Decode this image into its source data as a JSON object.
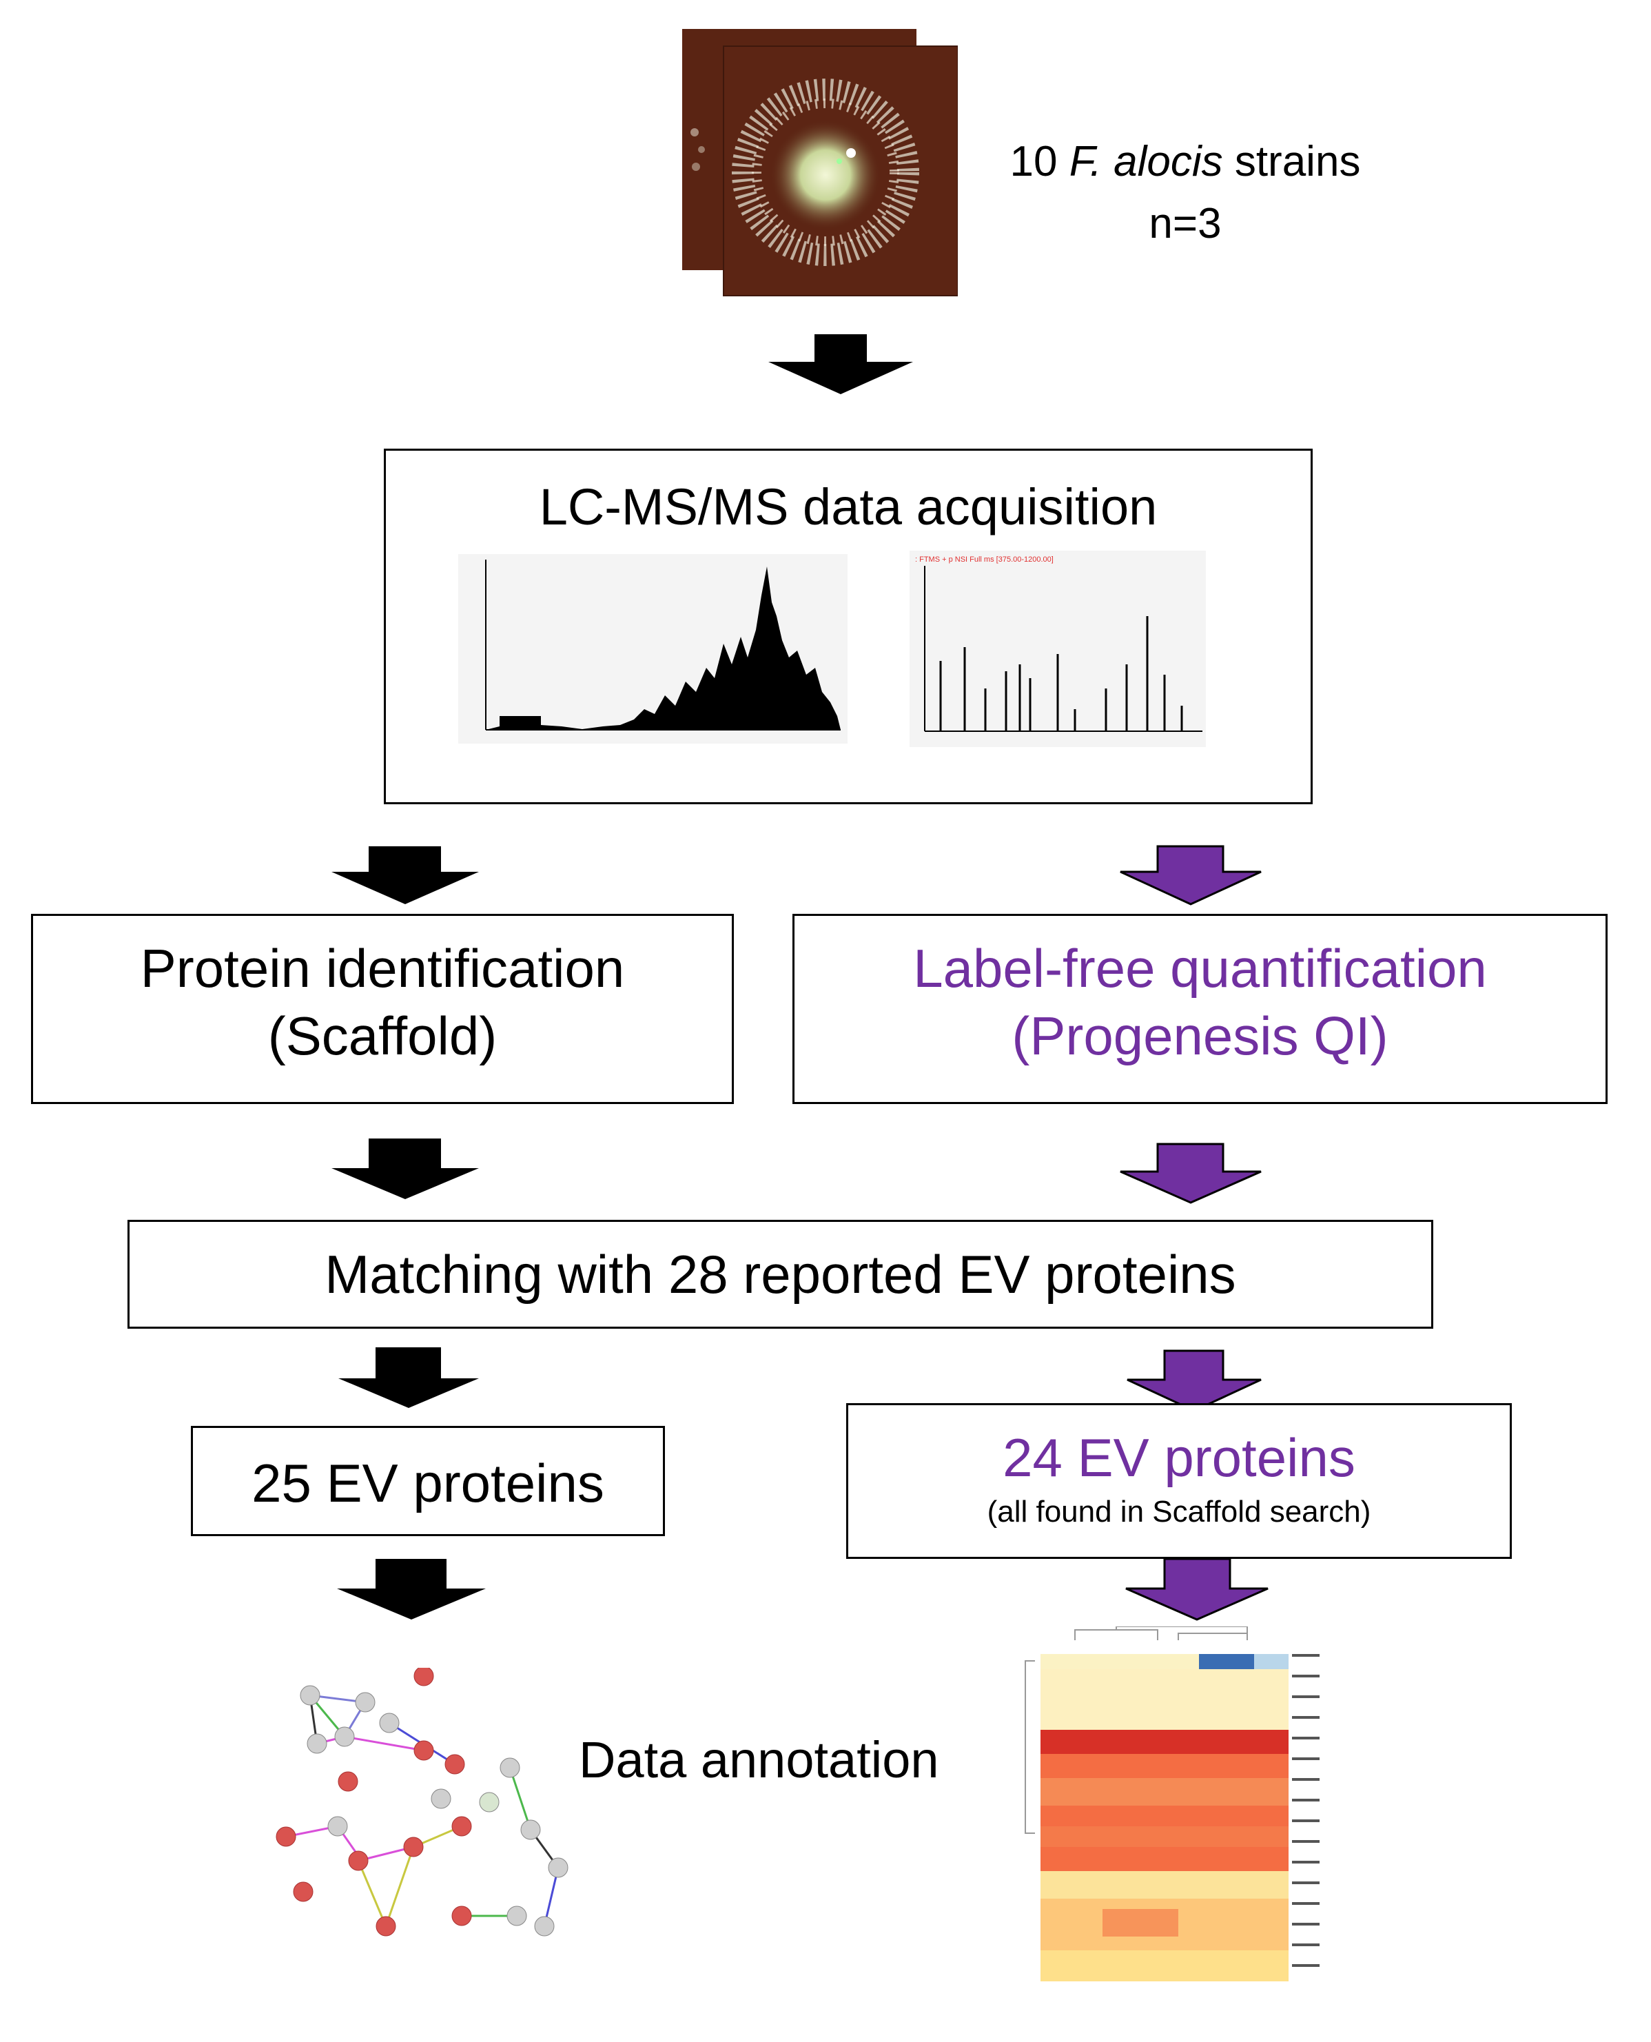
{
  "header": {
    "strains_count": "10",
    "strains_species": "F. alocis",
    "strains_word": "strains",
    "replicates": "n=3"
  },
  "acquisition": {
    "title": "LC-MS/MS data acquisition",
    "ms_header": ": FTMS + p NSI Full ms [375.00-1200.00]"
  },
  "identification": {
    "line1": "Protein identification",
    "line2": "(Scaffold)"
  },
  "quantification": {
    "line1": "Label-free quantification",
    "line2": "(Progenesis QI)"
  },
  "matching": {
    "label": "Matching with 28 reported EV proteins"
  },
  "results": {
    "scaffold_count": "25 EV proteins",
    "progenesis_count": "24 EV proteins",
    "progenesis_note": "(all found in Scaffold search)"
  },
  "annotation": {
    "label": "Data annotation"
  },
  "colors": {
    "accent_purple": "#7030a0",
    "arrow_black": "#000000",
    "border": "#000000"
  }
}
